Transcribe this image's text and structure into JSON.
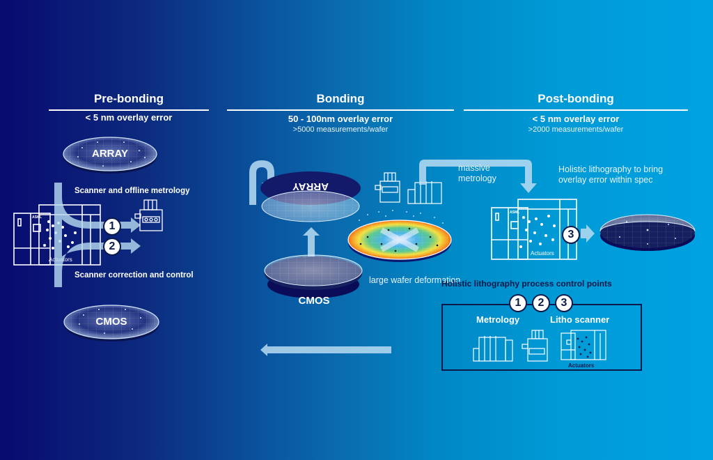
{
  "sections": [
    {
      "title": "Pre-bonding",
      "overlay": "< 5 nm overlay error",
      "measurements": ""
    },
    {
      "title": "Bonding",
      "overlay": "50 - 100nm overlay error",
      "measurements": ">5000 measurements/wafer"
    },
    {
      "title": "Post-bonding",
      "overlay": "< 5 nm overlay error",
      "measurements": ">2000 measurements/wafer"
    }
  ],
  "prebonding": {
    "wafer_top": "ARRAY",
    "wafer_bottom": "CMOS",
    "label_metrology": "Scanner and offline metrology",
    "label_correction": "Scanner correction and control",
    "scanner_brand": "ASML",
    "scanner_label": "Actuators",
    "step1": "1",
    "step2": "2"
  },
  "bonding": {
    "wafer_top": "ARRAY",
    "wafer_bottom": "CMOS",
    "deformation_label": "large wafer deformation",
    "metrology_label": "massive metrology"
  },
  "postbonding": {
    "description": "Holistic lithography to bring overlay error within spec",
    "scanner_brand": "ASML",
    "scanner_label": "Actuators",
    "step3": "3"
  },
  "control_points": {
    "title": "Holistic lithography process control points",
    "numbers": [
      "1",
      "2",
      "3"
    ],
    "metrology": "Metrology",
    "litho": "Litho scanner",
    "actuators": "Actuators"
  },
  "colors": {
    "bg_left": "#080a70",
    "bg_right": "#00a2e2",
    "arrow": "#b8dcf2",
    "wafer_dark": "#14145a"
  }
}
